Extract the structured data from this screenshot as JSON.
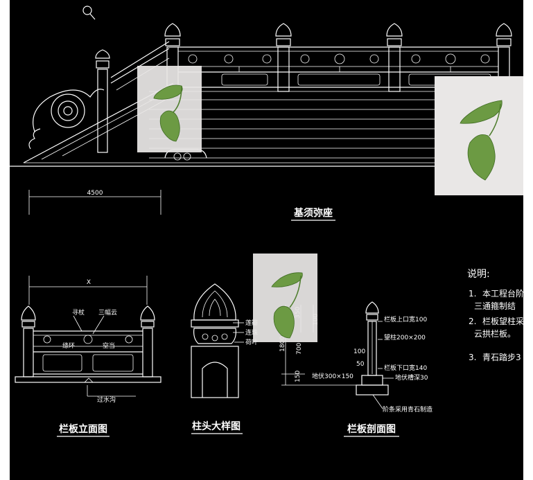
{
  "toolbar": {
    "zoom_icon": "magnifier-icon"
  },
  "elevation": {
    "dimension": "4500",
    "title": "基须弥座"
  },
  "panel_elevation": {
    "dimension": "X",
    "labels": [
      "寻杖",
      "三幅云",
      "绦环",
      "空当",
      "过水沟"
    ],
    "title": "栏板立面图"
  },
  "post_head": {
    "labels": [
      "莲瓣",
      "连珠",
      "荷叶"
    ],
    "title": "柱头大样图"
  },
  "post_dims": {
    "dims": [
      "350",
      "100",
      "1800",
      "700",
      "150"
    ],
    "base_label": "地伏300×150"
  },
  "section": {
    "labels": [
      "栏板上口宽100",
      "望柱200×200",
      "栏板下口宽140",
      "地伏槽深30",
      "阶条采用青石制造"
    ],
    "dims": [
      "100",
      "50"
    ],
    "title": "栏板剖面图"
  },
  "notes": {
    "heading": "说明:",
    "items": [
      {
        "num": "1.",
        "line1": "本工程台阶",
        "line2": "三通箍制结"
      },
      {
        "num": "2.",
        "line1": "栏板望柱采",
        "line2": "云拱栏板。"
      },
      {
        "num": "3.",
        "line1": "青石踏步3"
      }
    ]
  },
  "colors": {
    "background": "#000000",
    "lines": "#ffffff",
    "leaf": "#6c9a43",
    "photo": "#e9e7e6"
  }
}
